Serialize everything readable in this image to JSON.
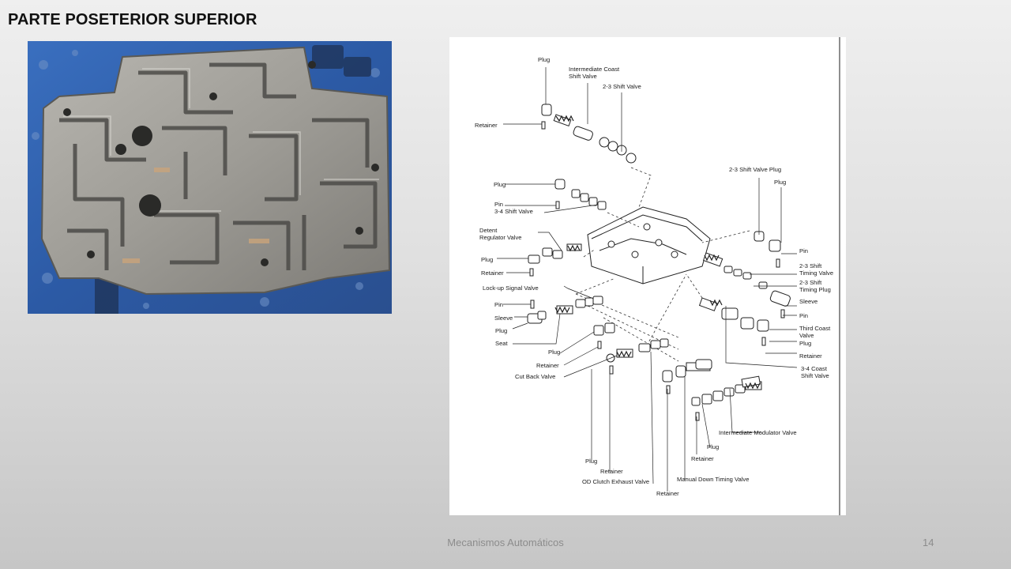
{
  "slide": {
    "title": "PARTE POSETERIOR SUPERIOR",
    "footer": "Mecanismos Automáticos",
    "page_number": "14"
  },
  "diagram": {
    "labels": {
      "plug_top": "Plug",
      "intermediate_coast_1": "Intermediate Coast",
      "intermediate_coast_2": "Shift Valve",
      "shift_2_3_valve": "2-3 Shift Valve",
      "retainer_top": "Retainer",
      "shift_2_3_valve_plug": "2-3 Shift Valve Plug",
      "plug_right_top": "Plug",
      "plug_left_1": "Plug",
      "pin_left_1": "Pin",
      "shift_3_4_valve": "3-4 Shift Valve",
      "detent_regulator_1": "Detent",
      "detent_regulator_2": "Regulator Valve",
      "plug_left_2": "Plug",
      "retainer_left_1": "Retainer",
      "lockup_signal_valve": "Lock-up Signal Valve",
      "pin_left_2": "Pin",
      "sleeve_left": "Sleeve",
      "plug_left_3": "Plug",
      "seat": "Seat",
      "plug_mid": "Plug",
      "retainer_mid": "Retainer",
      "cut_back_valve": "Cut Back Valve",
      "pin_right_1": "Pin",
      "timing_valve_1": "2-3 Shift",
      "timing_valve_2": "Timing Valve",
      "timing_plug_1": "2-3 Shift",
      "timing_plug_2": "Timing Plug",
      "sleeve_right": "Sleeve",
      "pin_right_2": "Pin",
      "third_coast_1": "Third Coast",
      "third_coast_2": "Valve",
      "plug_right_2": "Plug",
      "retainer_right": "Retainer",
      "coast_3_4_1": "3-4 Coast",
      "coast_3_4_2": "Shift Valve",
      "intermediate_modulator": "Intermediate Modulator Valve",
      "plug_bottom_1": "Plug",
      "retainer_bottom_1": "Retainer",
      "plug_bottom_2": "Plug",
      "retainer_bottom_2": "Retainer",
      "od_clutch_exhaust": "OD Clutch Exhaust Valve",
      "manual_down_timing": "Manual Down Timing Valve",
      "retainer_bottom_3": "Retainer"
    }
  }
}
